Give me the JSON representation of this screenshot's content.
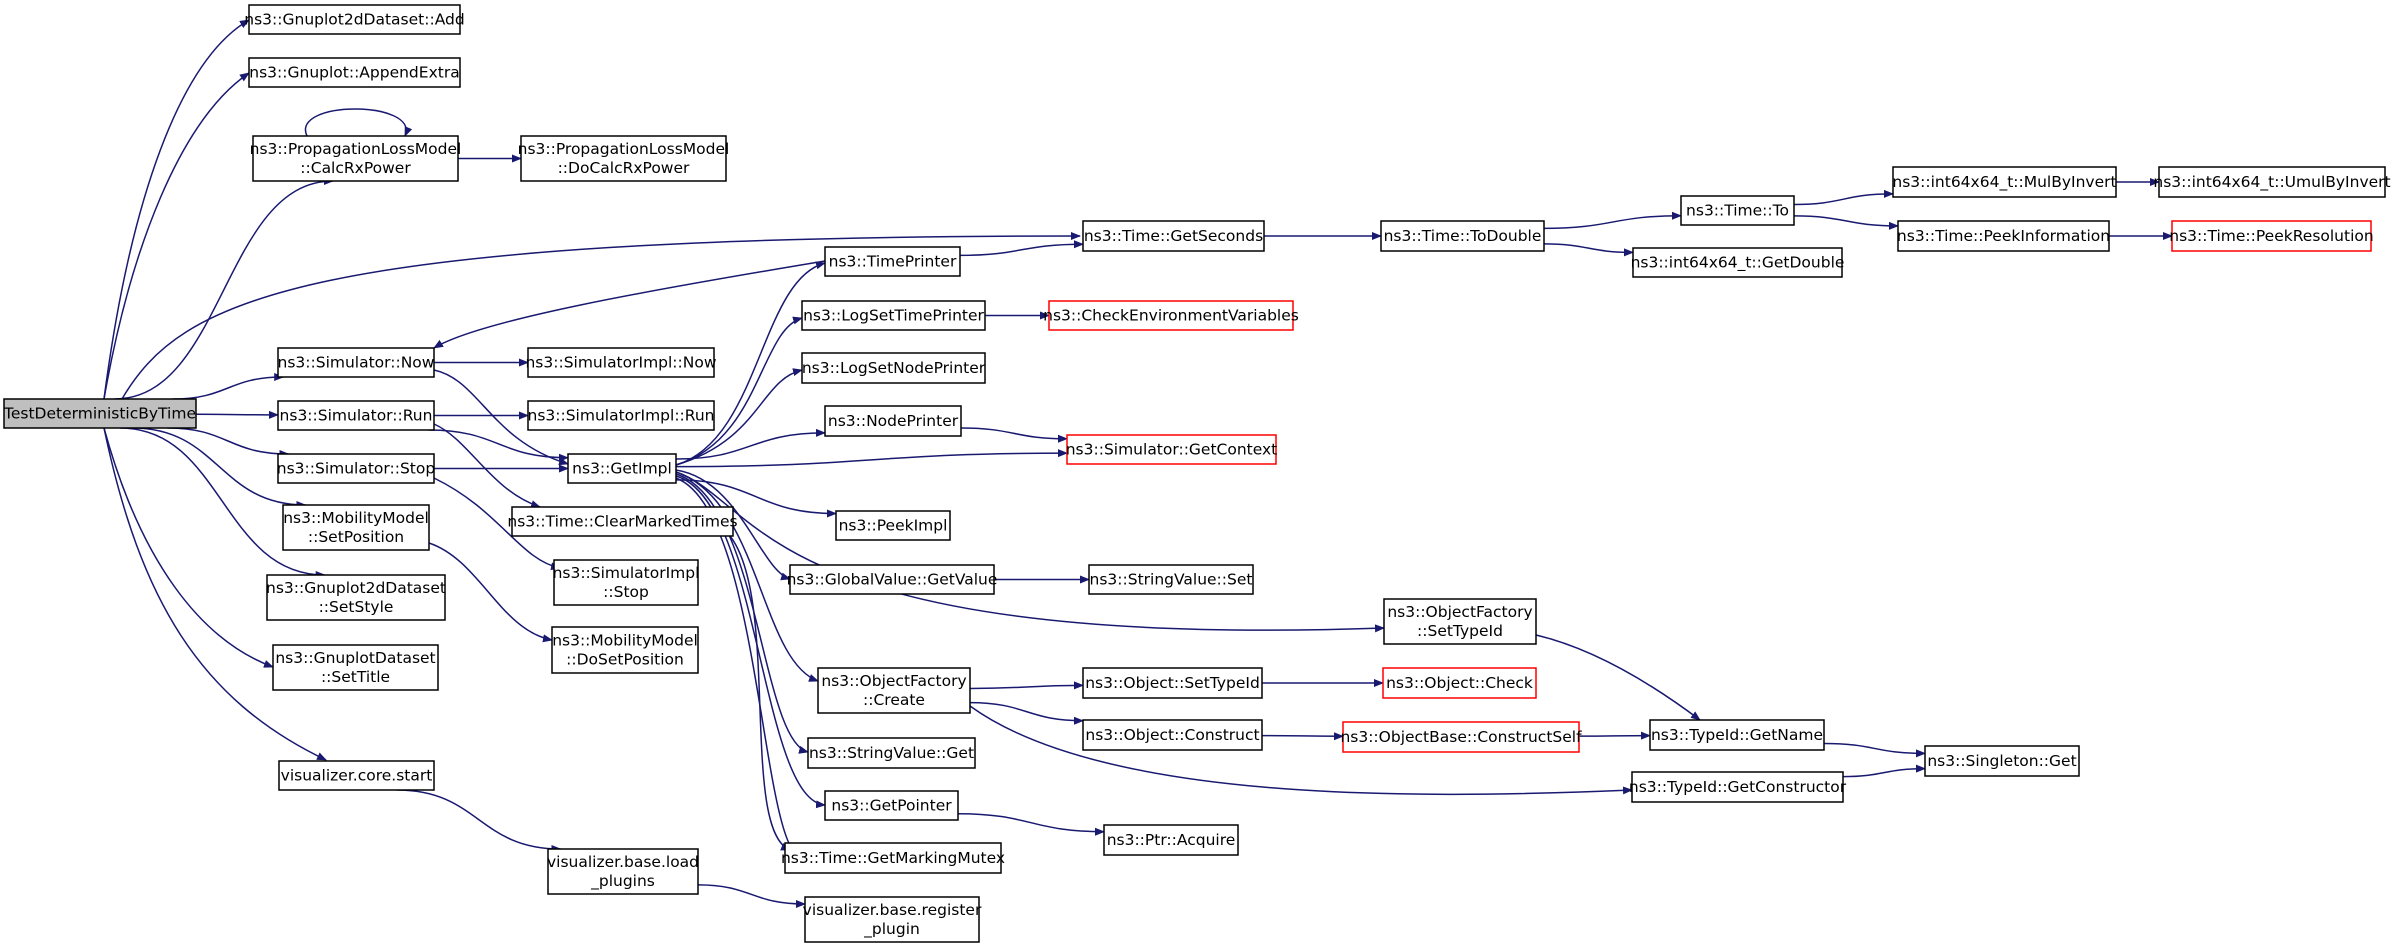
{
  "nodes": [
    {
      "id": "root",
      "lines": [
        "TestDeterministicByTime"
      ],
      "style": "root"
    },
    {
      "id": "gp2d_add",
      "lines": [
        "ns3::Gnuplot2dDataset::Add"
      ]
    },
    {
      "id": "gp_appendextra",
      "lines": [
        "ns3::Gnuplot::AppendExtra"
      ]
    },
    {
      "id": "plm_calcrx",
      "lines": [
        "ns3::PropagationLossModel",
        "::CalcRxPower"
      ]
    },
    {
      "id": "plm_docalcrx",
      "lines": [
        "ns3::PropagationLossModel",
        "::DoCalcRxPower"
      ]
    },
    {
      "id": "time_getseconds",
      "lines": [
        "ns3::Time::GetSeconds"
      ]
    },
    {
      "id": "time_todouble",
      "lines": [
        "ns3::Time::ToDouble"
      ]
    },
    {
      "id": "time_to",
      "lines": [
        "ns3::Time::To"
      ]
    },
    {
      "id": "int64_mulbyinvert",
      "lines": [
        "ns3::int64x64_t::MulByInvert"
      ]
    },
    {
      "id": "int64_umulbyinvert",
      "lines": [
        "ns3::int64x64_t::UmulByInvert"
      ]
    },
    {
      "id": "time_peekinfo",
      "lines": [
        "ns3::Time::PeekInformation"
      ]
    },
    {
      "id": "time_peekres",
      "lines": [
        "ns3::Time::PeekResolution"
      ],
      "style": "trunc"
    },
    {
      "id": "int64_getdouble",
      "lines": [
        "ns3::int64x64_t::GetDouble"
      ]
    },
    {
      "id": "timeprinter",
      "lines": [
        "ns3::TimePrinter"
      ]
    },
    {
      "id": "logsettimeprinter",
      "lines": [
        "ns3::LogSetTimePrinter"
      ]
    },
    {
      "id": "checkenv",
      "lines": [
        "ns3::CheckEnvironmentVariables"
      ],
      "style": "trunc"
    },
    {
      "id": "logsetnodeprinter",
      "lines": [
        "ns3::LogSetNodePrinter"
      ]
    },
    {
      "id": "nodeprinter",
      "lines": [
        "ns3::NodePrinter"
      ]
    },
    {
      "id": "sim_getcontext",
      "lines": [
        "ns3::Simulator::GetContext"
      ],
      "style": "trunc"
    },
    {
      "id": "sim_now",
      "lines": [
        "ns3::Simulator::Now"
      ]
    },
    {
      "id": "simimpl_now",
      "lines": [
        "ns3::SimulatorImpl::Now"
      ]
    },
    {
      "id": "sim_run",
      "lines": [
        "ns3::Simulator::Run"
      ]
    },
    {
      "id": "simimpl_run",
      "lines": [
        "ns3::SimulatorImpl::Run"
      ]
    },
    {
      "id": "sim_stop",
      "lines": [
        "ns3::Simulator::Stop"
      ]
    },
    {
      "id": "getimpl",
      "lines": [
        "ns3::GetImpl"
      ]
    },
    {
      "id": "time_clearmarked",
      "lines": [
        "ns3::Time::ClearMarkedTimes"
      ]
    },
    {
      "id": "peekimpl",
      "lines": [
        "ns3::PeekImpl"
      ]
    },
    {
      "id": "globalvalue_getvalue",
      "lines": [
        "ns3::GlobalValue::GetValue"
      ]
    },
    {
      "id": "stringvalue_set",
      "lines": [
        "ns3::StringValue::Set"
      ]
    },
    {
      "id": "mm_setposition",
      "lines": [
        "ns3::MobilityModel",
        "::SetPosition"
      ]
    },
    {
      "id": "simimpl_stop",
      "lines": [
        "ns3::SimulatorImpl",
        "::Stop"
      ]
    },
    {
      "id": "gp2d_setstyle",
      "lines": [
        "ns3::Gnuplot2dDataset",
        "::SetStyle"
      ]
    },
    {
      "id": "mm_dosetposition",
      "lines": [
        "ns3::MobilityModel",
        "::DoSetPosition"
      ]
    },
    {
      "id": "gpds_settitle",
      "lines": [
        "ns3::GnuplotDataset",
        "::SetTitle"
      ]
    },
    {
      "id": "of_settypeid",
      "lines": [
        "ns3::ObjectFactory",
        "::SetTypeId"
      ]
    },
    {
      "id": "of_create",
      "lines": [
        "ns3::ObjectFactory",
        "::Create"
      ]
    },
    {
      "id": "object_settypeid",
      "lines": [
        "ns3::Object::SetTypeId"
      ]
    },
    {
      "id": "object_check",
      "lines": [
        "ns3::Object::Check"
      ],
      "style": "trunc"
    },
    {
      "id": "object_construct",
      "lines": [
        "ns3::Object::Construct"
      ]
    },
    {
      "id": "objectbase_constructself",
      "lines": [
        "ns3::ObjectBase::ConstructSelf"
      ],
      "style": "trunc"
    },
    {
      "id": "typeid_getname",
      "lines": [
        "ns3::TypeId::GetName"
      ]
    },
    {
      "id": "singleton_get",
      "lines": [
        "ns3::Singleton::Get"
      ]
    },
    {
      "id": "typeid_getconstructor",
      "lines": [
        "ns3::TypeId::GetConstructor"
      ]
    },
    {
      "id": "stringvalue_get",
      "lines": [
        "ns3::StringValue::Get"
      ]
    },
    {
      "id": "getpointer",
      "lines": [
        "ns3::GetPointer"
      ]
    },
    {
      "id": "ptr_acquire",
      "lines": [
        "ns3::Ptr::Acquire"
      ]
    },
    {
      "id": "time_getmarkingmutex",
      "lines": [
        "ns3::Time::GetMarkingMutex"
      ]
    },
    {
      "id": "vis_core_start",
      "lines": [
        "visualizer.core.start"
      ]
    },
    {
      "id": "vis_base_load",
      "lines": [
        "visualizer.base.load",
        "_plugins"
      ]
    },
    {
      "id": "vis_base_register",
      "lines": [
        "visualizer.base.register",
        "_plugin"
      ]
    }
  ],
  "edges": [
    [
      "root",
      "gp2d_add"
    ],
    [
      "root",
      "gp_appendextra"
    ],
    [
      "root",
      "plm_calcrx"
    ],
    [
      "root",
      "time_getseconds"
    ],
    [
      "root",
      "sim_now"
    ],
    [
      "root",
      "sim_run"
    ],
    [
      "root",
      "sim_stop"
    ],
    [
      "root",
      "mm_setposition"
    ],
    [
      "root",
      "gp2d_setstyle"
    ],
    [
      "root",
      "gpds_settitle"
    ],
    [
      "root",
      "vis_core_start"
    ],
    [
      "plm_calcrx",
      "plm_calcrx"
    ],
    [
      "plm_calcrx",
      "plm_docalcrx"
    ],
    [
      "time_getseconds",
      "time_todouble"
    ],
    [
      "time_todouble",
      "time_to"
    ],
    [
      "time_todouble",
      "int64_getdouble"
    ],
    [
      "time_to",
      "int64_mulbyinvert"
    ],
    [
      "time_to",
      "time_peekinfo"
    ],
    [
      "int64_mulbyinvert",
      "int64_umulbyinvert"
    ],
    [
      "time_peekinfo",
      "time_peekres"
    ],
    [
      "timeprinter",
      "time_getseconds"
    ],
    [
      "timeprinter",
      "sim_now"
    ],
    [
      "logsettimeprinter",
      "checkenv"
    ],
    [
      "nodeprinter",
      "sim_getcontext"
    ],
    [
      "sim_now",
      "simimpl_now"
    ],
    [
      "sim_now",
      "getimpl"
    ],
    [
      "sim_run",
      "simimpl_run"
    ],
    [
      "sim_run",
      "getimpl"
    ],
    [
      "sim_run",
      "time_clearmarked"
    ],
    [
      "sim_stop",
      "getimpl"
    ],
    [
      "sim_stop",
      "simimpl_stop"
    ],
    [
      "getimpl",
      "timeprinter"
    ],
    [
      "getimpl",
      "logsettimeprinter"
    ],
    [
      "getimpl",
      "logsetnodeprinter"
    ],
    [
      "getimpl",
      "nodeprinter"
    ],
    [
      "getimpl",
      "sim_getcontext"
    ],
    [
      "getimpl",
      "peekimpl"
    ],
    [
      "getimpl",
      "globalvalue_getvalue"
    ],
    [
      "getimpl",
      "of_settypeid"
    ],
    [
      "getimpl",
      "of_create"
    ],
    [
      "getimpl",
      "stringvalue_get"
    ],
    [
      "getimpl",
      "getpointer"
    ],
    [
      "getimpl",
      "time_getmarkingmutex"
    ],
    [
      "globalvalue_getvalue",
      "stringvalue_set"
    ],
    [
      "time_clearmarked",
      "time_getmarkingmutex"
    ],
    [
      "mm_setposition",
      "mm_dosetposition"
    ],
    [
      "of_settypeid",
      "typeid_getname"
    ],
    [
      "of_create",
      "object_settypeid"
    ],
    [
      "of_create",
      "object_construct"
    ],
    [
      "of_create",
      "typeid_getconstructor"
    ],
    [
      "object_settypeid",
      "object_check"
    ],
    [
      "object_construct",
      "objectbase_constructself"
    ],
    [
      "objectbase_constructself",
      "typeid_getname"
    ],
    [
      "typeid_getname",
      "singleton_get"
    ],
    [
      "typeid_getconstructor",
      "singleton_get"
    ],
    [
      "getpointer",
      "ptr_acquire"
    ],
    [
      "vis_core_start",
      "vis_base_load"
    ],
    [
      "vis_base_load",
      "vis_base_register"
    ]
  ]
}
